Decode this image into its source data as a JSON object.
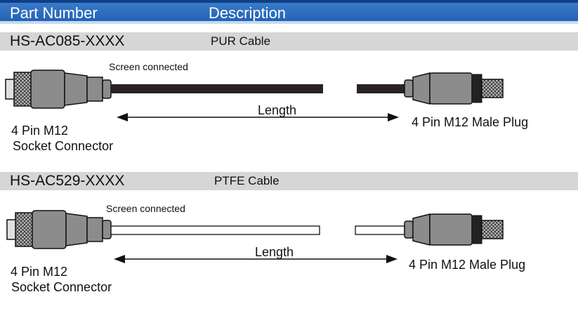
{
  "header": {
    "part_number": "Part Number",
    "description": "Description"
  },
  "cables": [
    {
      "part_number": "HS-AC085-XXXX",
      "description": "PUR Cable",
      "screen_note": "Screen connected",
      "length_label": "Length",
      "socket_label_line1": "4 Pin M12",
      "socket_label_line2": "Socket Connector",
      "plug_label": "4 Pin M12 Male Plug",
      "cable_color": "#2a2222"
    },
    {
      "part_number": "HS-AC529-XXXX",
      "description": "PTFE Cable",
      "screen_note": "Screen connected",
      "length_label": "Length",
      "socket_label_line1": "4 Pin M12",
      "socket_label_line2": "Socket Connector",
      "plug_label": "4 Pin M12 Male Plug",
      "cable_color": "#ffffff"
    }
  ],
  "colors": {
    "header_bg": "#2a6cbf",
    "band_bg": "#d6d6d6",
    "connector_gray": "#8c8c8c"
  }
}
